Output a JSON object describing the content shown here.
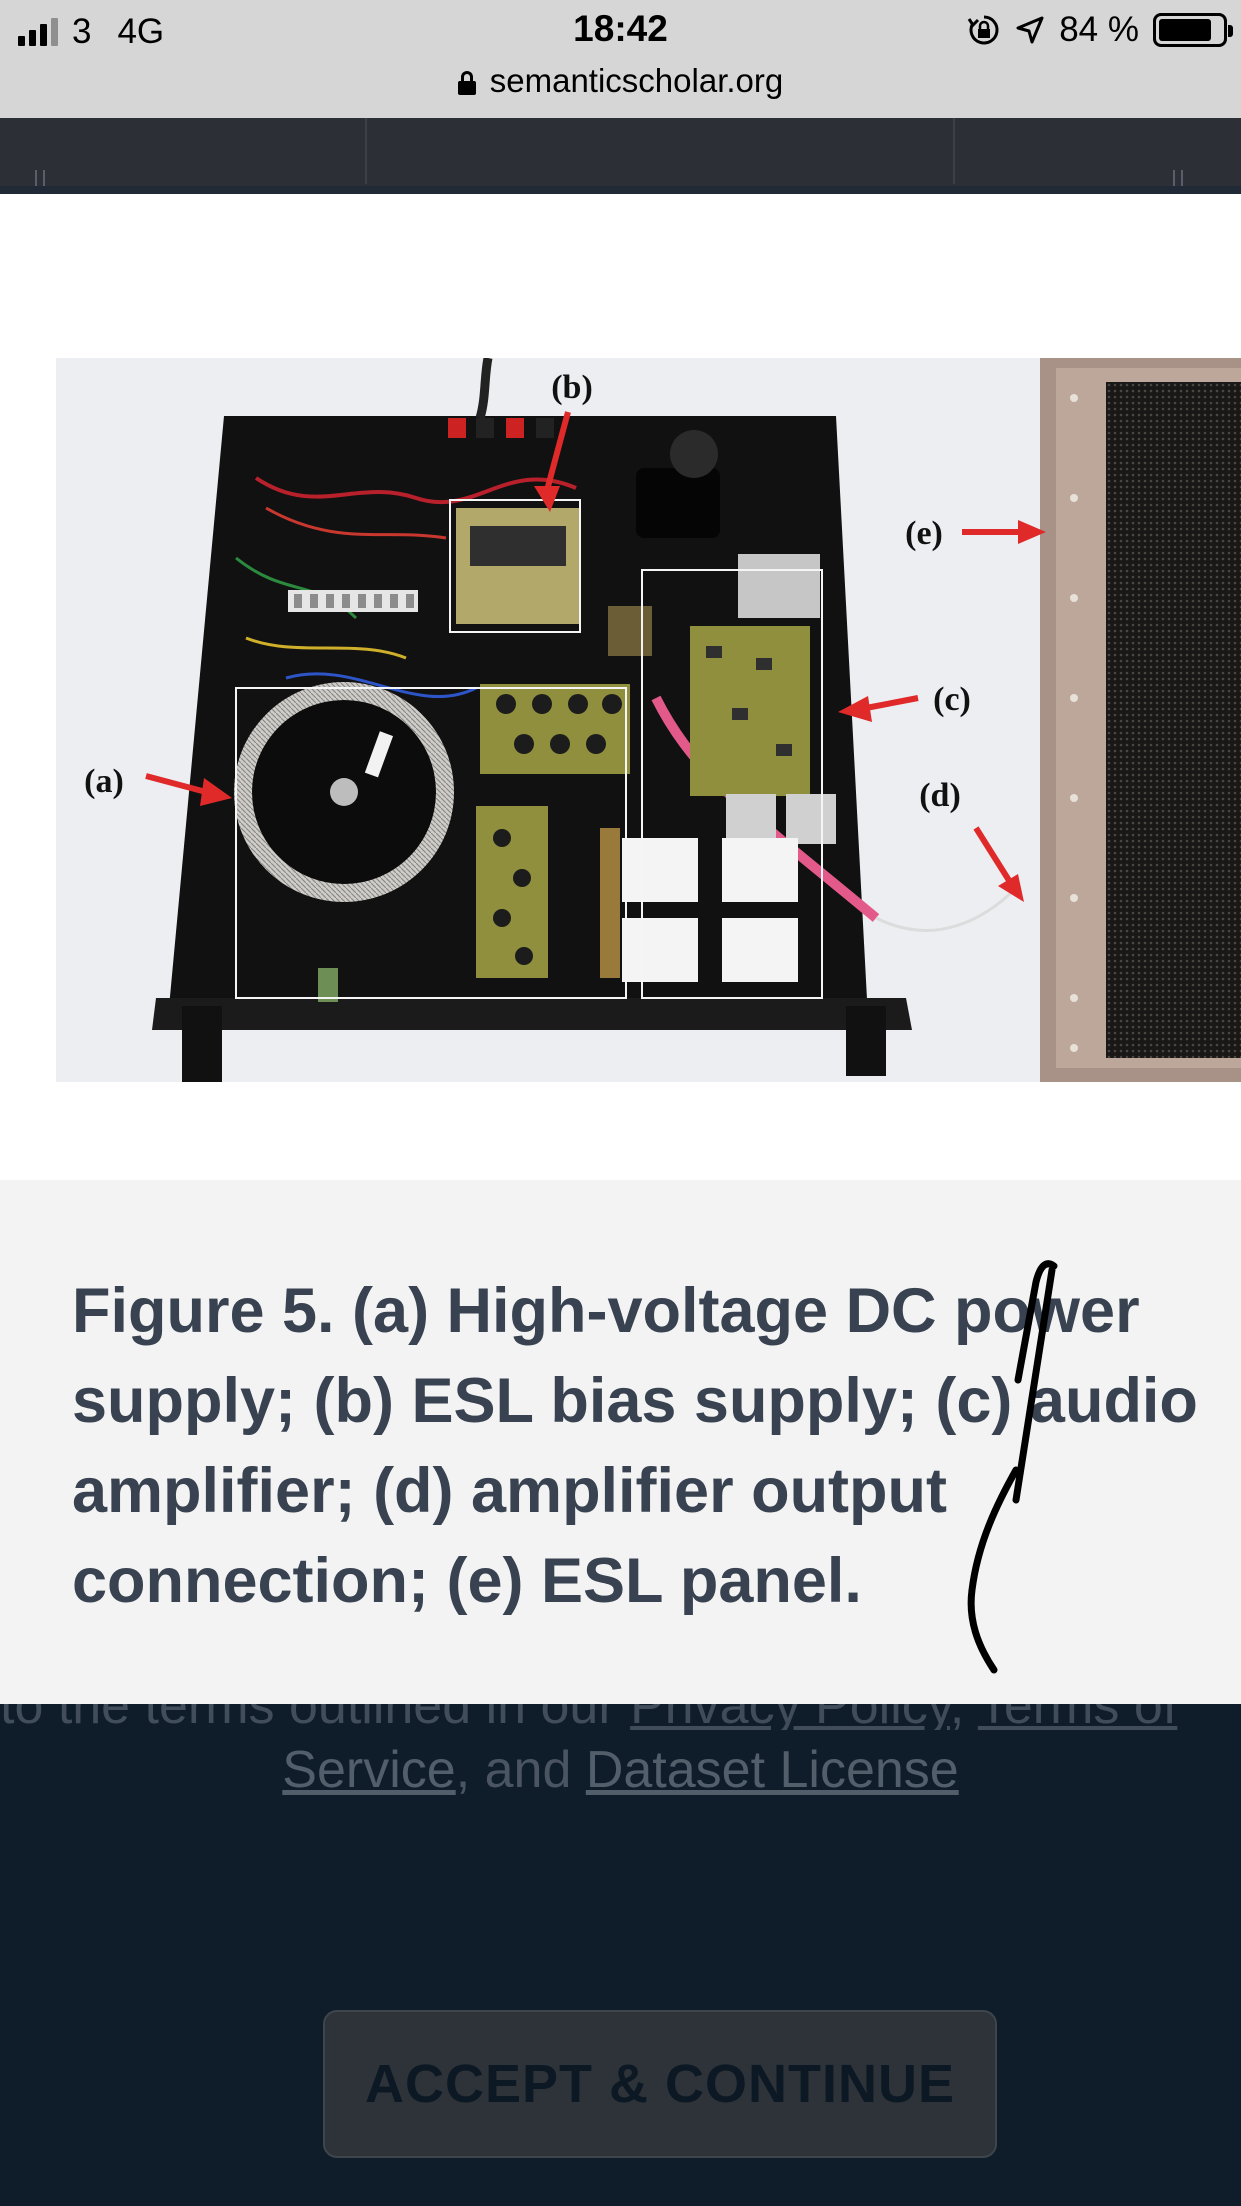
{
  "status_bar": {
    "carrier": "3",
    "network": "4G",
    "time": "18:42",
    "battery": "84 %",
    "battery_level": 0.84,
    "icons": [
      "signal-icon",
      "rotation-lock-icon",
      "location-arrow-icon",
      "battery-icon",
      "lock-icon"
    ]
  },
  "browser": {
    "url": "semanticscholar.org"
  },
  "figure": {
    "labels": {
      "a": "(a)",
      "b": "(b)",
      "c": "(c)",
      "d": "(d)",
      "e": "(e)"
    },
    "caption": "Figure 5. (a) High-voltage DC power supply; (b) ESL bias supply; (c) audio amplifier; (d) amplifier output connection; (e) ESL panel."
  },
  "consent": {
    "line1_text": "to the terms outlined in our ",
    "privacy_link": "Privacy Policy",
    "comma": ", ",
    "terms_link": "Terms of",
    "service_link": "Service",
    "and_text": ", and ",
    "dataset_link": "Dataset License",
    "accept_button": "ACCEPT & CONTINUE"
  },
  "colors": {
    "caption_text": "#384250",
    "consent_bg": "#0f1d2b",
    "annotation_arrow": "#e02a2a"
  }
}
